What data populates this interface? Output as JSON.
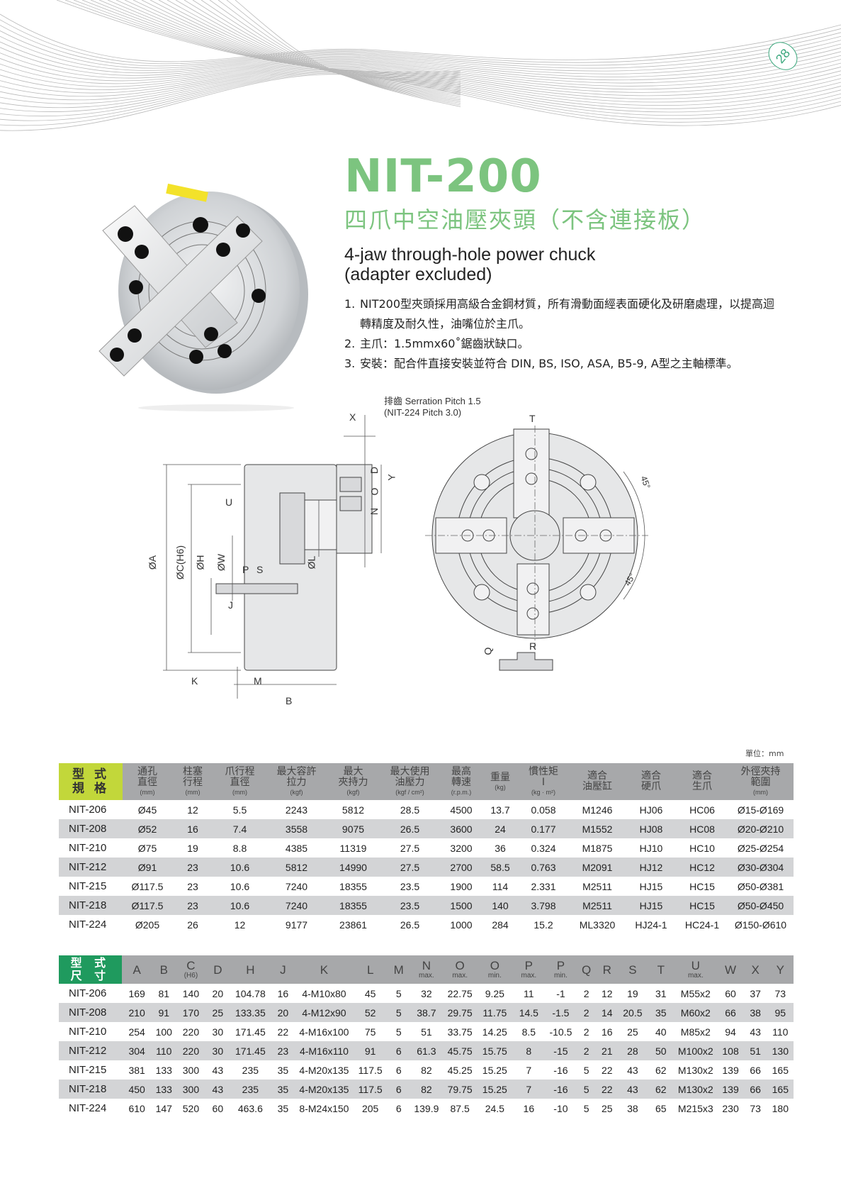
{
  "page": {
    "number": "28"
  },
  "header": {
    "title": "NIT-200",
    "subtitle_zh": "四爪中空油壓夾頭（不含連接板）",
    "subtitle_en_line1": "4-jaw through-hole power chuck",
    "subtitle_en_line2": "(adapter excluded)"
  },
  "features": [
    {
      "num": "1.",
      "text": "NIT200型夾頭採用高級合金鋼材質，所有滑動面經表面硬化及研磨處理，以提高迴轉精度及耐久性，油嘴位於主爪。"
    },
    {
      "num": "2.",
      "text": "主爪：1.5mmx60˚鋸齒狀缺口。"
    },
    {
      "num": "3.",
      "text": "安裝：配合件直接安裝並符合 DIN, BS, ISO, ASA, B5-9, A型之主軸標準。"
    }
  ],
  "drawing": {
    "serration_note_line1": "排齒 Serration Pitch 1.5",
    "serration_note_line2": "(NIT-224 Pitch 3.0)",
    "labels": {
      "A": "ØA",
      "C": "ØC(H6)",
      "H": "ØH",
      "W": "ØW",
      "L": "ØL",
      "U": "U",
      "P": "P",
      "S": "S",
      "J": "J",
      "K": "K",
      "M": "M",
      "B": "B",
      "X": "X",
      "D": "D",
      "O": "O",
      "N": "N",
      "Y": "Y",
      "T": "T",
      "R": "R",
      "Q": "Q",
      "angle1": "45°",
      "angle2": "45°"
    }
  },
  "colors": {
    "brand_green": "#7cc47f",
    "table1_corner": "#c2d73a",
    "table2_corner": "#1f9a5e",
    "header_gray": "#a7a8aa",
    "stripe_gray": "#d3d4d6",
    "page_circle": "#3aa77c"
  },
  "spec_table": {
    "unit_note": "單位：mm",
    "corner_line1": "型 式",
    "corner_line2": "規 格",
    "headers": [
      {
        "zh1": "通孔",
        "zh2": "直徑",
        "unit": "(mm)"
      },
      {
        "zh1": "柱塞",
        "zh2": "行程",
        "unit": "(mm)"
      },
      {
        "zh1": "爪行程",
        "zh2": "直徑",
        "unit": "(mm)"
      },
      {
        "zh1": "最大容許",
        "zh2": "拉力",
        "unit": "(kgf)"
      },
      {
        "zh1": "最大",
        "zh2": "夾持力",
        "unit": "(kgf)"
      },
      {
        "zh1": "最大使用",
        "zh2": "油壓力",
        "unit": "(kgf / cm²)"
      },
      {
        "zh1": "最高",
        "zh2": "轉速",
        "unit": "(r.p.m.)"
      },
      {
        "zh1": "重量",
        "zh2": "",
        "unit": "(kg)"
      },
      {
        "zh1": "慣性矩",
        "zh2": "I",
        "unit": "(kg · m²)"
      },
      {
        "zh1": "適合",
        "zh2": "油壓缸",
        "unit": ""
      },
      {
        "zh1": "適合",
        "zh2": "硬爪",
        "unit": ""
      },
      {
        "zh1": "適合",
        "zh2": "生爪",
        "unit": ""
      },
      {
        "zh1": "外徑夾持",
        "zh2": "範圍",
        "unit": "(mm)"
      }
    ],
    "rows": [
      [
        "NIT-206",
        "Ø45",
        "12",
        "5.5",
        "2243",
        "5812",
        "28.5",
        "4500",
        "13.7",
        "0.058",
        "M1246",
        "HJ06",
        "HC06",
        "Ø15-Ø169"
      ],
      [
        "NIT-208",
        "Ø52",
        "16",
        "7.4",
        "3558",
        "9075",
        "26.5",
        "3600",
        "24",
        "0.177",
        "M1552",
        "HJ08",
        "HC08",
        "Ø20-Ø210"
      ],
      [
        "NIT-210",
        "Ø75",
        "19",
        "8.8",
        "4385",
        "11319",
        "27.5",
        "3200",
        "36",
        "0.324",
        "M1875",
        "HJ10",
        "HC10",
        "Ø25-Ø254"
      ],
      [
        "NIT-212",
        "Ø91",
        "23",
        "10.6",
        "5812",
        "14990",
        "27.5",
        "2700",
        "58.5",
        "0.763",
        "M2091",
        "HJ12",
        "HC12",
        "Ø30-Ø304"
      ],
      [
        "NIT-215",
        "Ø117.5",
        "23",
        "10.6",
        "7240",
        "18355",
        "23.5",
        "1900",
        "114",
        "2.331",
        "M2511",
        "HJ15",
        "HC15",
        "Ø50-Ø381"
      ],
      [
        "NIT-218",
        "Ø117.5",
        "23",
        "10.6",
        "7240",
        "18355",
        "23.5",
        "1500",
        "140",
        "3.798",
        "M2511",
        "HJ15",
        "HC15",
        "Ø50-Ø450"
      ],
      [
        "NIT-224",
        "Ø205",
        "26",
        "12",
        "9177",
        "23861",
        "26.5",
        "1000",
        "284",
        "15.2",
        "ML3320",
        "HJ24-1",
        "HC24-1",
        "Ø150-Ø610"
      ]
    ]
  },
  "dim_table": {
    "corner_line1": "型 式",
    "corner_line2": "尺 寸",
    "headers": [
      {
        "l": "A",
        "s": ""
      },
      {
        "l": "B",
        "s": ""
      },
      {
        "l": "C",
        "s": "(H6)"
      },
      {
        "l": "D",
        "s": ""
      },
      {
        "l": "H",
        "s": ""
      },
      {
        "l": "J",
        "s": ""
      },
      {
        "l": "K",
        "s": ""
      },
      {
        "l": "L",
        "s": ""
      },
      {
        "l": "M",
        "s": ""
      },
      {
        "l": "N",
        "s": "max."
      },
      {
        "l": "O",
        "s": "max."
      },
      {
        "l": "O",
        "s": "min."
      },
      {
        "l": "P",
        "s": "max."
      },
      {
        "l": "P",
        "s": "min."
      },
      {
        "l": "Q",
        "s": ""
      },
      {
        "l": "R",
        "s": ""
      },
      {
        "l": "S",
        "s": ""
      },
      {
        "l": "T",
        "s": ""
      },
      {
        "l": "U",
        "s": "max."
      },
      {
        "l": "W",
        "s": ""
      },
      {
        "l": "X",
        "s": ""
      },
      {
        "l": "Y",
        "s": ""
      }
    ],
    "rows": [
      [
        "NIT-206",
        "169",
        "81",
        "140",
        "20",
        "104.78",
        "16",
        "4-M10x80",
        "45",
        "5",
        "32",
        "22.75",
        "9.25",
        "11",
        "-1",
        "2",
        "12",
        "19",
        "31",
        "M55x2",
        "60",
        "37",
        "73"
      ],
      [
        "NIT-208",
        "210",
        "91",
        "170",
        "25",
        "133.35",
        "20",
        "4-M12x90",
        "52",
        "5",
        "38.7",
        "29.75",
        "11.75",
        "14.5",
        "-1.5",
        "2",
        "14",
        "20.5",
        "35",
        "M60x2",
        "66",
        "38",
        "95"
      ],
      [
        "NIT-210",
        "254",
        "100",
        "220",
        "30",
        "171.45",
        "22",
        "4-M16x100",
        "75",
        "5",
        "51",
        "33.75",
        "14.25",
        "8.5",
        "-10.5",
        "2",
        "16",
        "25",
        "40",
        "M85x2",
        "94",
        "43",
        "110"
      ],
      [
        "NIT-212",
        "304",
        "110",
        "220",
        "30",
        "171.45",
        "23",
        "4-M16x110",
        "91",
        "6",
        "61.3",
        "45.75",
        "15.75",
        "8",
        "-15",
        "2",
        "21",
        "28",
        "50",
        "M100x2",
        "108",
        "51",
        "130"
      ],
      [
        "NIT-215",
        "381",
        "133",
        "300",
        "43",
        "235",
        "35",
        "4-M20x135",
        "117.5",
        "6",
        "82",
        "45.25",
        "15.25",
        "7",
        "-16",
        "5",
        "22",
        "43",
        "62",
        "M130x2",
        "139",
        "66",
        "165"
      ],
      [
        "NIT-218",
        "450",
        "133",
        "300",
        "43",
        "235",
        "35",
        "4-M20x135",
        "117.5",
        "6",
        "82",
        "79.75",
        "15.25",
        "7",
        "-16",
        "5",
        "22",
        "43",
        "62",
        "M130x2",
        "139",
        "66",
        "165"
      ],
      [
        "NIT-224",
        "610",
        "147",
        "520",
        "60",
        "463.6",
        "35",
        "8-M24x150",
        "205",
        "6",
        "139.9",
        "87.5",
        "24.5",
        "16",
        "-10",
        "5",
        "25",
        "38",
        "65",
        "M215x3",
        "230",
        "73",
        "180"
      ]
    ]
  }
}
